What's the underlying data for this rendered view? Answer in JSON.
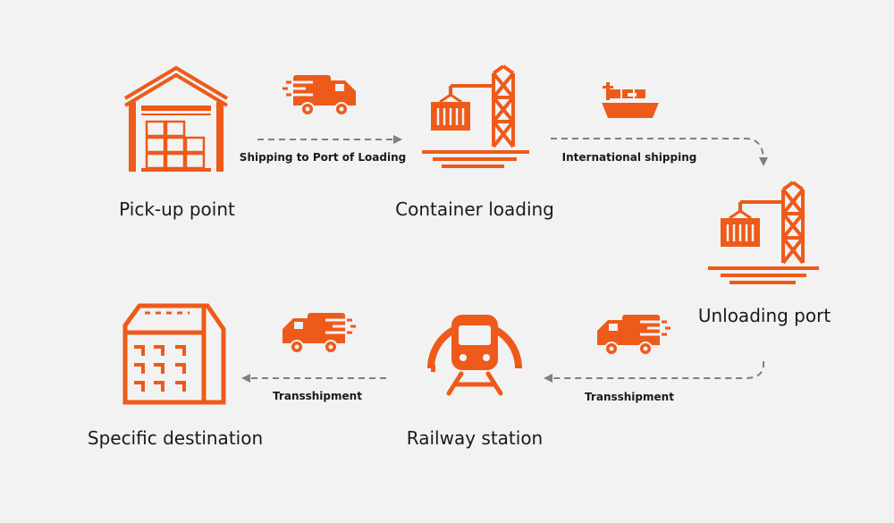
{
  "colors": {
    "accent": "#ee5a1a",
    "background": "#f2f2f2",
    "arrow": "#808080",
    "text": "#1a1a1a"
  },
  "nodes": {
    "pickup": {
      "label": "Pick-up point",
      "icon": "warehouse-icon"
    },
    "container_loading": {
      "label": "Container loading",
      "icon": "crane-container-icon"
    },
    "unloading_port": {
      "label": "Unloading port",
      "icon": "crane-container-icon"
    },
    "railway_station": {
      "label": "Railway station",
      "icon": "train-icon"
    },
    "destination": {
      "label": "Specific destination",
      "icon": "building-icon"
    }
  },
  "edges": {
    "e1": {
      "label": "Shipping to Port of Loading",
      "icon": "truck-icon"
    },
    "e2": {
      "label": "International shipping",
      "icon": "ship-icon"
    },
    "e3": {
      "label": "Transshipment",
      "icon": "truck-icon"
    },
    "e4": {
      "label": "Transshipment",
      "icon": "truck-icon"
    }
  }
}
